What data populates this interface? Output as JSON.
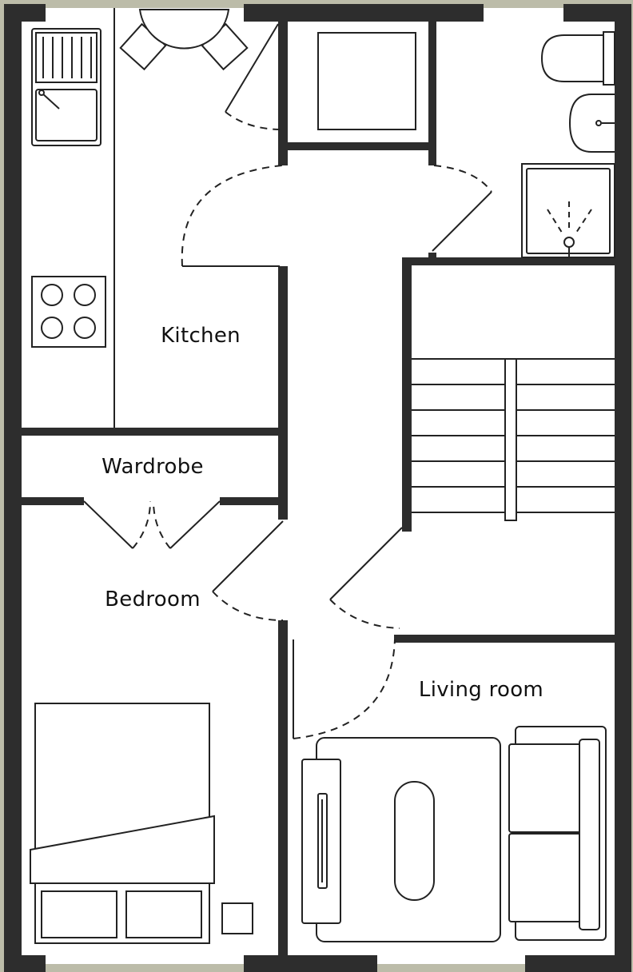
{
  "floor_plan": {
    "rooms": {
      "kitchen": "Kitchen",
      "wardrobe": "Wardrobe",
      "bedroom": "Bedroom",
      "living_room": "Living room"
    }
  },
  "colors": {
    "background": "#bcbca9",
    "floor": "#ffffff",
    "wall": "#2d2d2d",
    "line": "#222222"
  }
}
